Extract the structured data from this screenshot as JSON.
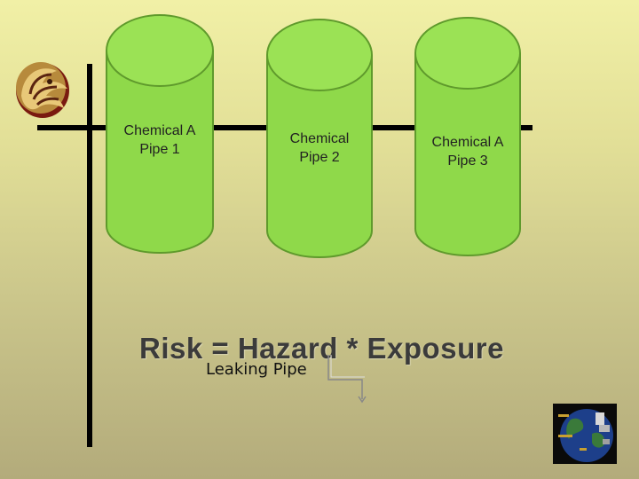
{
  "pipes": [
    {
      "label_line1": "Chemical A",
      "label_line2": "Pipe 1"
    },
    {
      "label_line1": "Chemical",
      "label_line2": "Pipe 2"
    },
    {
      "label_line1": "Chemical A",
      "label_line2": "Pipe 3"
    }
  ],
  "equation": "Risk = Hazard * Exposure",
  "leak_label": "Leaking Pipe",
  "colors": {
    "pipe_fill": "#8fd94a",
    "pipe_stroke": "#5f9a2c",
    "lines": "#000000",
    "equation_text": "#3b3b3b"
  },
  "icons": [
    "university-pegasus-logo-icon",
    "globe-badge-icon",
    "leak-arrow-icon"
  ]
}
